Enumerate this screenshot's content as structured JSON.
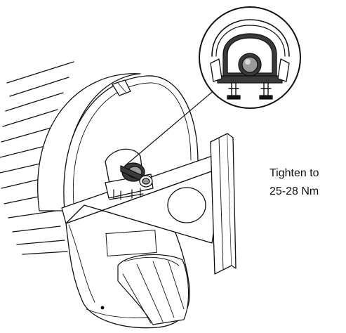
{
  "callout": {
    "line1": "Tighten to",
    "line2": "25-28 Nm"
  },
  "illustration": {
    "subject": "roller-housing-mounting-bracket",
    "detail_view": "clamp-bolt-closeup-icon",
    "colors": {
      "line": "#111111",
      "fill": "#ffffff",
      "shade": "#9a9a9a",
      "dark": "#3a3a3a"
    }
  }
}
